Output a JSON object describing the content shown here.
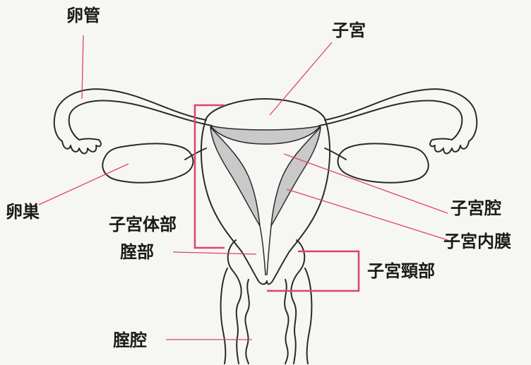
{
  "labels": {
    "oviduct": "卵管",
    "uterus": "子宮",
    "ovary": "卵巣",
    "uterine_body": "子宮体部",
    "uterine_cavity": "子宮腔",
    "endometrium": "子宮内膜",
    "cervix": "子宮頸部",
    "vaginal_part": "腟部",
    "vagina": "腟腔"
  },
  "colors": {
    "leader_line": "#e0407a",
    "bracket": "#e0407a",
    "outline": "#2a2a2a",
    "endometrium_fill": "#c9c9c9",
    "background": "#f6f6f3"
  }
}
